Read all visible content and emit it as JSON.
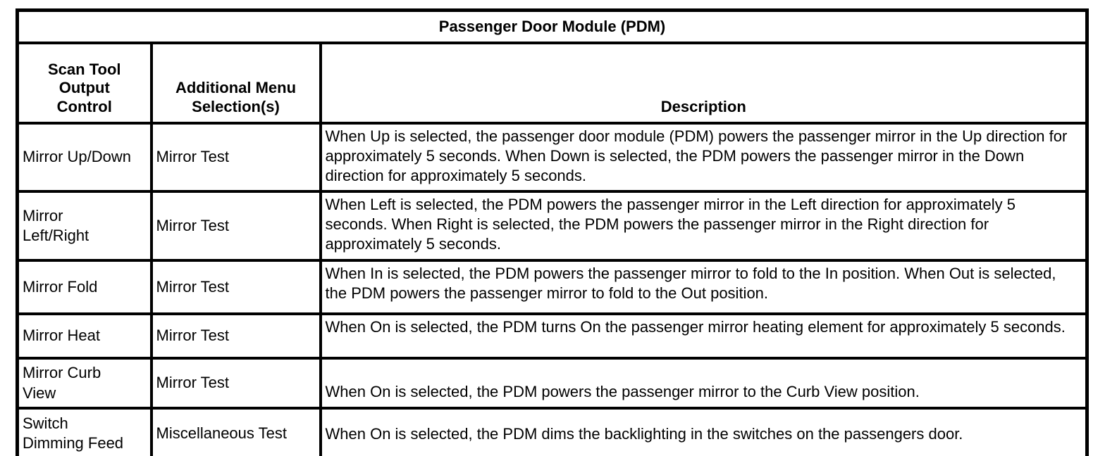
{
  "table": {
    "title": "Passenger Door Module (PDM)",
    "columns": {
      "control": "Scan Tool\nOutput\nControl",
      "menu": "Additional Menu\nSelection(s)",
      "description": "Description"
    },
    "rows": [
      {
        "control": "Mirror Up/Down",
        "menu": "Mirror Test",
        "description": "When Up is selected, the passenger door module (PDM) powers the passenger mirror in the Up direction for approximately 5 seconds. When Down is selected, the PDM powers the passenger mirror in the Down direction for approximately 5 seconds."
      },
      {
        "control": "Mirror\nLeft/Right",
        "menu": "Mirror Test",
        "description": "When Left is selected, the PDM powers the passenger mirror in the Left direction for approximately 5 seconds. When Right is selected, the PDM powers the passenger mirror in the Right direction for approximately 5 seconds."
      },
      {
        "control": "Mirror Fold",
        "menu": "Mirror Test",
        "description": "When In is selected, the PDM powers the passenger mirror to fold to the In position. When Out is selected, the PDM powers the passenger mirror to fold to the Out position."
      },
      {
        "control": "Mirror Heat",
        "menu": "Mirror Test",
        "description": "When On is selected, the PDM turns On the passenger mirror heating element for approximately 5 seconds."
      },
      {
        "control": "Mirror Curb\nView",
        "menu": "Mirror Test",
        "description": "When On is selected, the PDM powers the passenger mirror to the Curb View position."
      },
      {
        "control": "Switch\nDimming Feed",
        "menu": "Miscellaneous Test",
        "description": "When On is selected, the PDM dims the backlighting in the switches on the passengers door."
      }
    ],
    "colors": {
      "border": "#000000",
      "text": "#000000",
      "background": "#ffffff"
    }
  }
}
